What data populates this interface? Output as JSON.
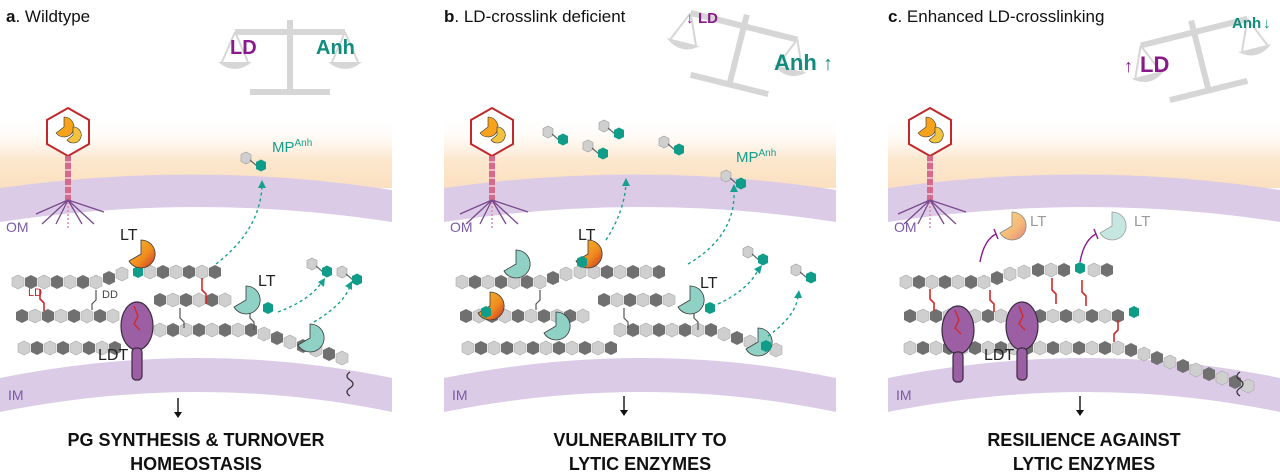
{
  "panels": [
    {
      "letter": "a",
      "title": ". Wildtype",
      "scale_left": "LD",
      "scale_right": "Anh",
      "caption_line1": "PG SYNTHESIS & TURNOVER",
      "caption_line2": "HOMEOSTASIS",
      "mp_label": "MP",
      "mp_sup": "Anh"
    },
    {
      "letter": "b",
      "title": ". LD-crosslink deficient",
      "scale_left": "LD",
      "scale_right": "Anh",
      "caption_line1": "VULNERABILITY TO",
      "caption_line2": "LYTIC ENZYMES",
      "mp_label": "MP",
      "mp_sup": "Anh"
    },
    {
      "letter": "c",
      "title": ". Enhanced LD-crosslinking",
      "scale_left": "LD",
      "scale_right": "Anh",
      "caption_line1": "RESILIENCE AGAINST",
      "caption_line2": "LYTIC ENZYMES"
    }
  ],
  "labels": {
    "om": "OM",
    "im": "IM",
    "lt": "LT",
    "ldt": "LDT",
    "ld": "LD",
    "dd": "DD"
  },
  "colors": {
    "membrane": "#d9c7e6",
    "periplasm_glow": "#fbe3c6",
    "ld_purple": "#8a1a8c",
    "anh_teal": "#0f8c7c",
    "glycan_dark": "#6f6f6f",
    "glycan_light": "#c8c8c8",
    "crosslink_red": "#d12a2a",
    "ldt_body": "#9c5fa3",
    "scale_gray": "#d6d6d6"
  }
}
